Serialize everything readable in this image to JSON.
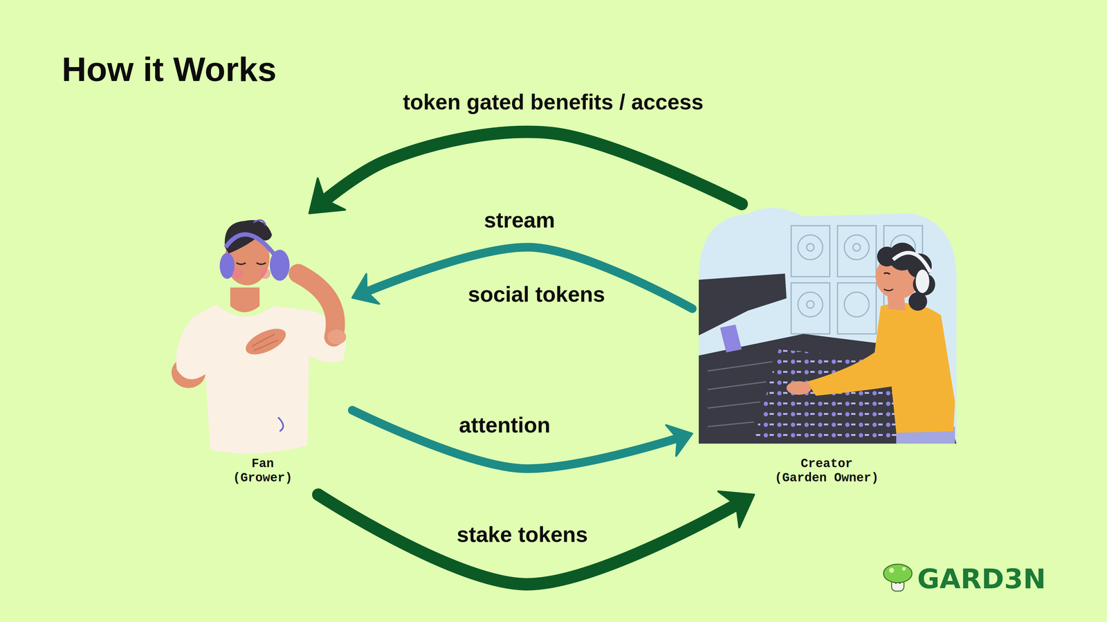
{
  "diagram": {
    "title": "How it Works",
    "nodes": [
      {
        "text": [
          "Fan (Grower)"
        ]
      },
      {
        "text": [
          "Creator (Garden Owner)"
        ]
      }
    ],
    "edges": [
      {
        "from": 1,
        "to": 0,
        "arrow": "to",
        "label": "token gated benefits / access"
      },
      {
        "from": 1,
        "to": 0,
        "arrow": "to",
        "label": "stream"
      },
      {
        "from": 0,
        "to": 1,
        "arrow": "to",
        "label": "attention"
      },
      {
        "from": 0,
        "to": 1,
        "arrow": "to",
        "label": "stake tokens"
      }
    ],
    "labels": [
      "social tokens",
      "GARD3N"
    ]
  }
}
